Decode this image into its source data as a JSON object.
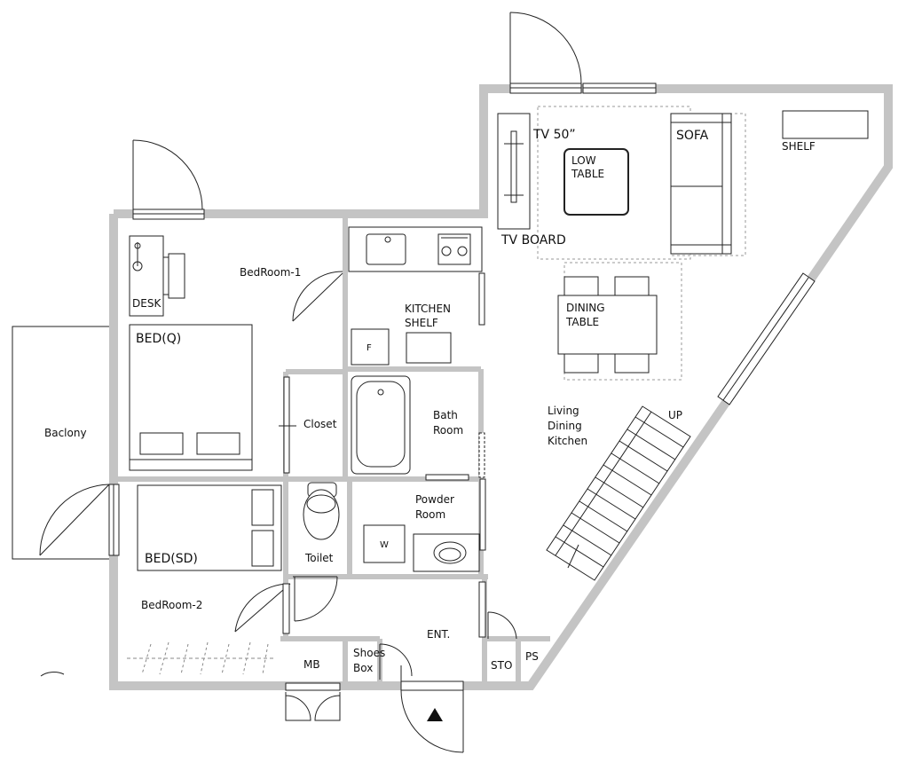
{
  "rooms": {
    "bedroom1": "BedRoom-1",
    "bedroom2": "BedRoom-2",
    "balcony": "Baclony",
    "closet": "Closet",
    "bath_line1": "Bath",
    "bath_line2": "Room",
    "powder_line1": "Powder",
    "powder_line2": "Room",
    "toilet": "Toilet",
    "entrance": "ENT.",
    "mb": "MB",
    "shoes_line1": "Shoes",
    "shoes_line2": "Box",
    "sto": "STO",
    "ps": "PS",
    "ldk_line1": "Living",
    "ldk_line2": "Dining",
    "ldk_line3": "Kitchen",
    "kitchen_shelf_line1": "KITCHEN",
    "kitchen_shelf_line2": "SHELF"
  },
  "furniture": {
    "desk": "DESK",
    "bed_q": "BED(Q)",
    "bed_sd": "BED(SD)",
    "tv": "TV 50”",
    "tv_board": "TV BOARD",
    "sofa": "SOFA",
    "shelf": "SHELF",
    "low_table_line1": "LOW",
    "low_table_line2": "TABLE",
    "dining_line1": "DINING",
    "dining_line2": "TABLE",
    "fridge": "F",
    "washer": "W",
    "stairs_up": "UP"
  },
  "icons": {
    "entry_marker": "triangle-up"
  }
}
